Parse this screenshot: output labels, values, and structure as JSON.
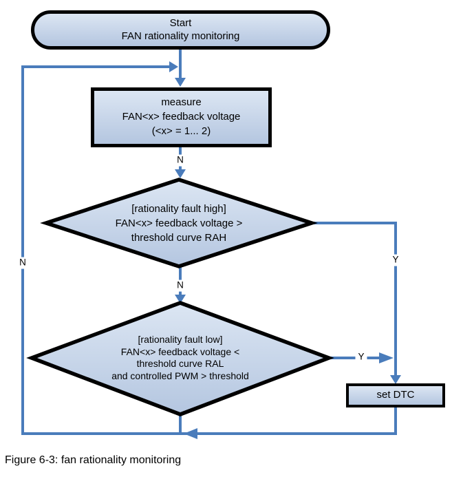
{
  "colors": {
    "connector": "#4a7cbb",
    "shape-fill-top": "#dce6f3",
    "shape-fill-bottom": "#b4c6e0",
    "shape-border": "#000000"
  },
  "flowchart": {
    "start": {
      "lines": [
        "Start",
        "FAN rationality monitoring"
      ]
    },
    "measure": {
      "lines": [
        "measure",
        "FAN<x> feedback voltage",
        "(<x> = 1... 2)"
      ]
    },
    "decision_fault_high": {
      "lines": [
        "[rationality fault high]",
        "FAN<x> feedback voltage >",
        "threshold curve RAH"
      ]
    },
    "decision_fault_low": {
      "lines": [
        "[rationality fault low]",
        "FAN<x> feedback voltage <",
        "threshold curve RAL",
        "and controlled PWM > threshold"
      ]
    },
    "set_dtc": {
      "label": "set DTC"
    },
    "edge_labels": {
      "no_after_measure": "N",
      "no_after_fault_high": "N",
      "no_loop_left": "N",
      "yes_fault_high": "Y",
      "yes_fault_low": "Y"
    }
  },
  "caption": "Figure 6-3: fan rationality monitoring"
}
